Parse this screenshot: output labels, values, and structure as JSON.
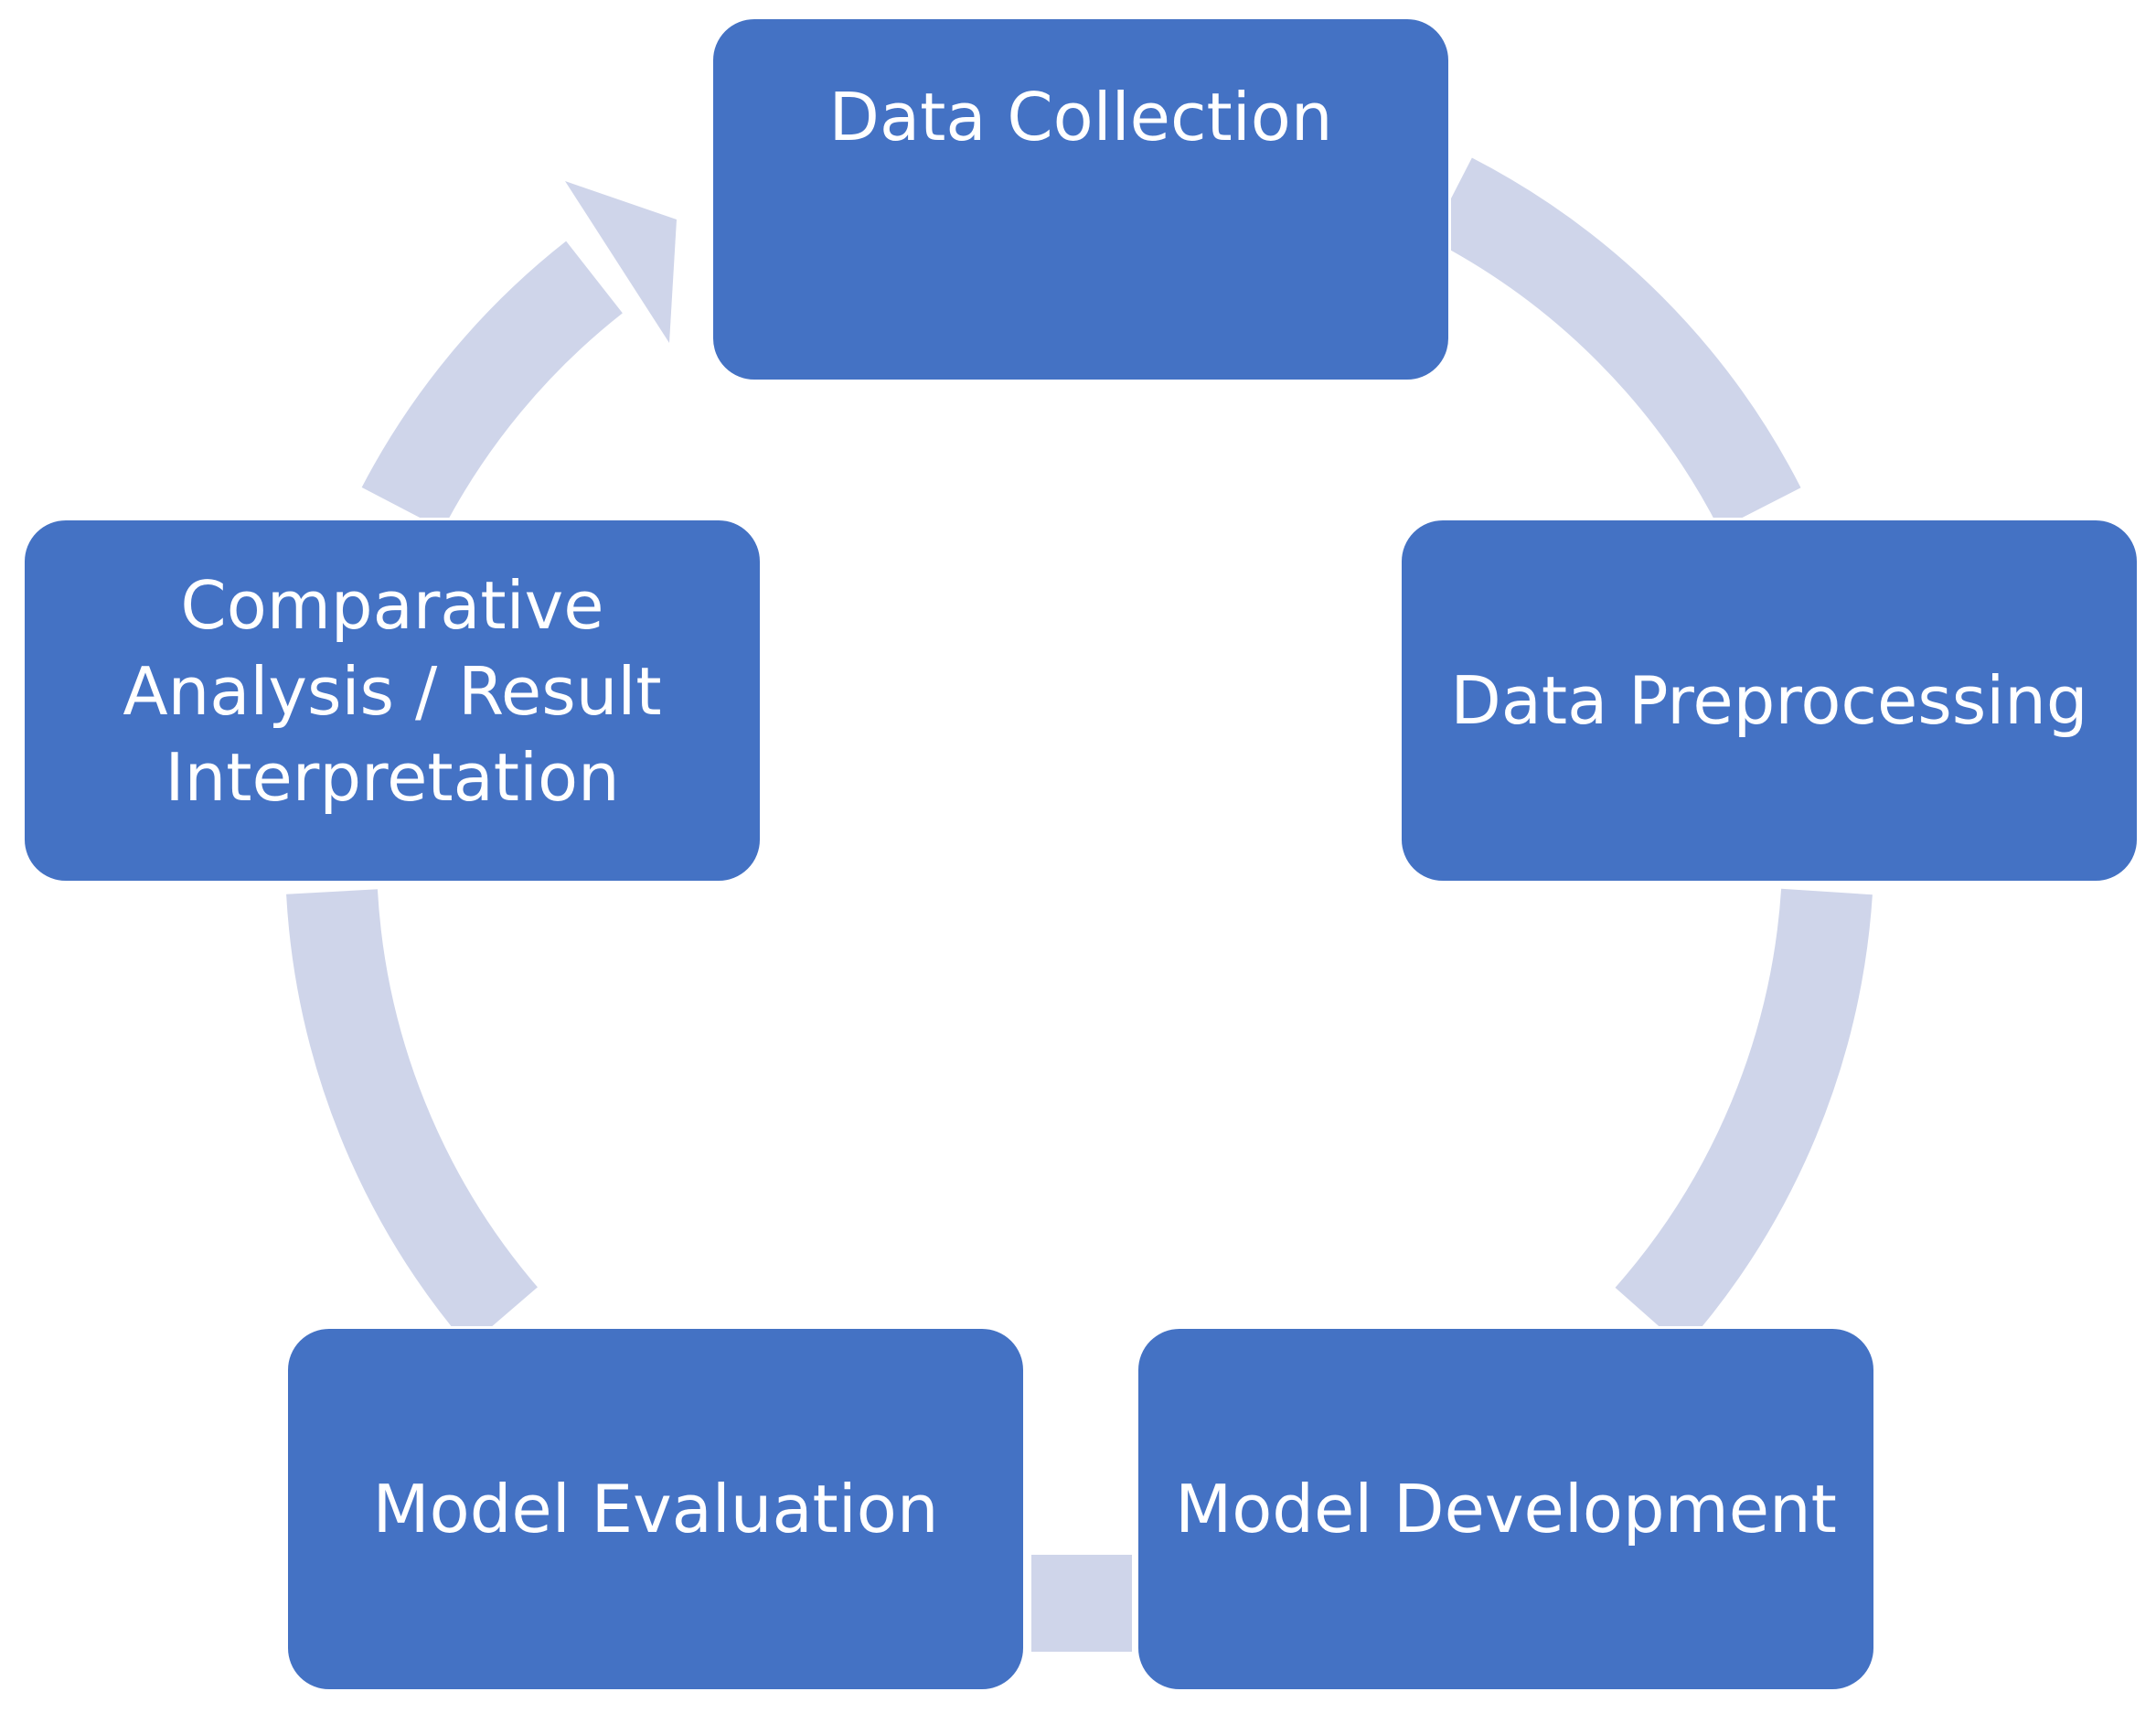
{
  "diagram": {
    "colors": {
      "box_fill": "#4472c4",
      "box_text": "#ffffff",
      "cycle_arrow": "#cfd5ea",
      "background": "#ffffff"
    },
    "steps": [
      {
        "label": "Data Collection"
      },
      {
        "label": "Data Preprocessing"
      },
      {
        "label": "Model Development"
      },
      {
        "label": "Model Evaluation"
      },
      {
        "label": "Comparative\nAnalysis / Result\nInterpretation"
      }
    ]
  }
}
